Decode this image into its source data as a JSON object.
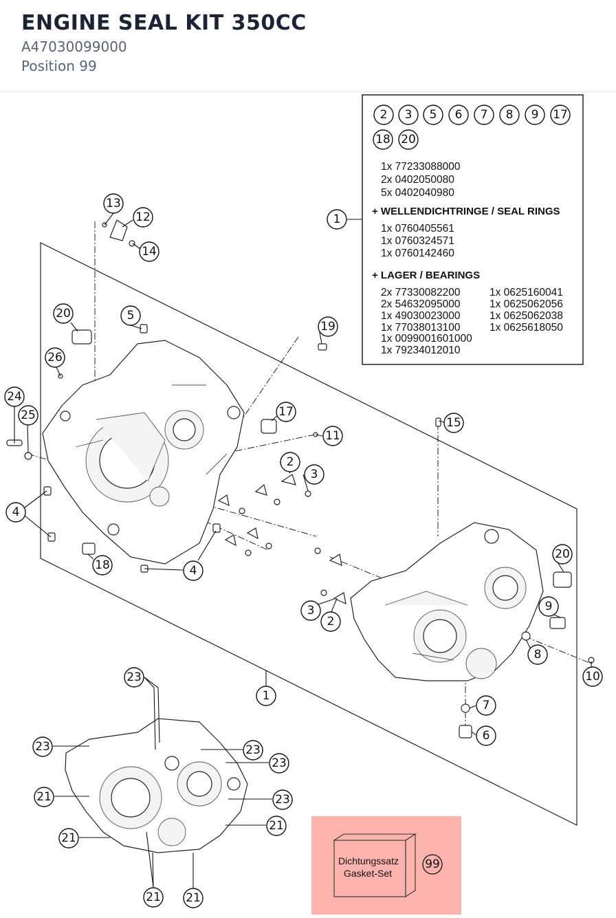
{
  "header": {
    "title": "ENGINE SEAL KIT 350CC",
    "part_number": "A47030099000",
    "position": "Position 99"
  },
  "kit_box": {
    "callout_numbers": [
      "2",
      "3",
      "5",
      "6",
      "7",
      "8",
      "9",
      "17",
      "18",
      "20"
    ],
    "base_items": [
      "1x 77233088000",
      "2x 0402050080",
      "5x 0402040980"
    ],
    "seal_heading": "+ WELLENDICHTRINGE / SEAL RINGS",
    "seal_items": [
      "1x 0760405561",
      "1x 0760324571",
      "1x 0760142460"
    ],
    "bearing_heading": "+ LAGER / BEARINGS",
    "bearing_items_left": [
      "2x 77330082200",
      "2x 54632095000",
      "1x 49030023000",
      "1x 77038013100",
      "1x 0099001601000",
      "1x 79234012010"
    ],
    "bearing_items_right": [
      "1x 0625160041",
      "1x 0625062056",
      "1x 0625062038",
      "1x 0625618050"
    ],
    "kit_callout": "1"
  },
  "callouts": [
    {
      "id": "c13",
      "label": "13"
    },
    {
      "id": "c12",
      "label": "12"
    },
    {
      "id": "c14",
      "label": "14"
    },
    {
      "id": "c20a",
      "label": "20"
    },
    {
      "id": "c5",
      "label": "5"
    },
    {
      "id": "c19",
      "label": "19"
    },
    {
      "id": "c26",
      "label": "26"
    },
    {
      "id": "c24",
      "label": "24"
    },
    {
      "id": "c25",
      "label": "25"
    },
    {
      "id": "c17",
      "label": "17"
    },
    {
      "id": "c11",
      "label": "11"
    },
    {
      "id": "c15",
      "label": "15"
    },
    {
      "id": "c2a",
      "label": "2"
    },
    {
      "id": "c3a",
      "label": "3"
    },
    {
      "id": "c4a",
      "label": "4"
    },
    {
      "id": "c18",
      "label": "18"
    },
    {
      "id": "c4b",
      "label": "4"
    },
    {
      "id": "c20b",
      "label": "20"
    },
    {
      "id": "c9",
      "label": "9"
    },
    {
      "id": "c3b",
      "label": "3"
    },
    {
      "id": "c2b",
      "label": "2"
    },
    {
      "id": "c8",
      "label": "8"
    },
    {
      "id": "c10",
      "label": "10"
    },
    {
      "id": "c1",
      "label": "1"
    },
    {
      "id": "c7",
      "label": "7"
    },
    {
      "id": "c6",
      "label": "6"
    },
    {
      "id": "c23a",
      "label": "23"
    },
    {
      "id": "c23b",
      "label": "23"
    },
    {
      "id": "c23c",
      "label": "23"
    },
    {
      "id": "c23d",
      "label": "23"
    },
    {
      "id": "c23e",
      "label": "23"
    },
    {
      "id": "c21a",
      "label": "21"
    },
    {
      "id": "c21b",
      "label": "21"
    },
    {
      "id": "c21c",
      "label": "21"
    },
    {
      "id": "c21d",
      "label": "21"
    },
    {
      "id": "c21e",
      "label": "21"
    }
  ],
  "gasket_set": {
    "line1": "Dichtungssatz",
    "line2": "Gasket-Set",
    "callout": "99",
    "highlight_color": "#ffb3ae"
  }
}
